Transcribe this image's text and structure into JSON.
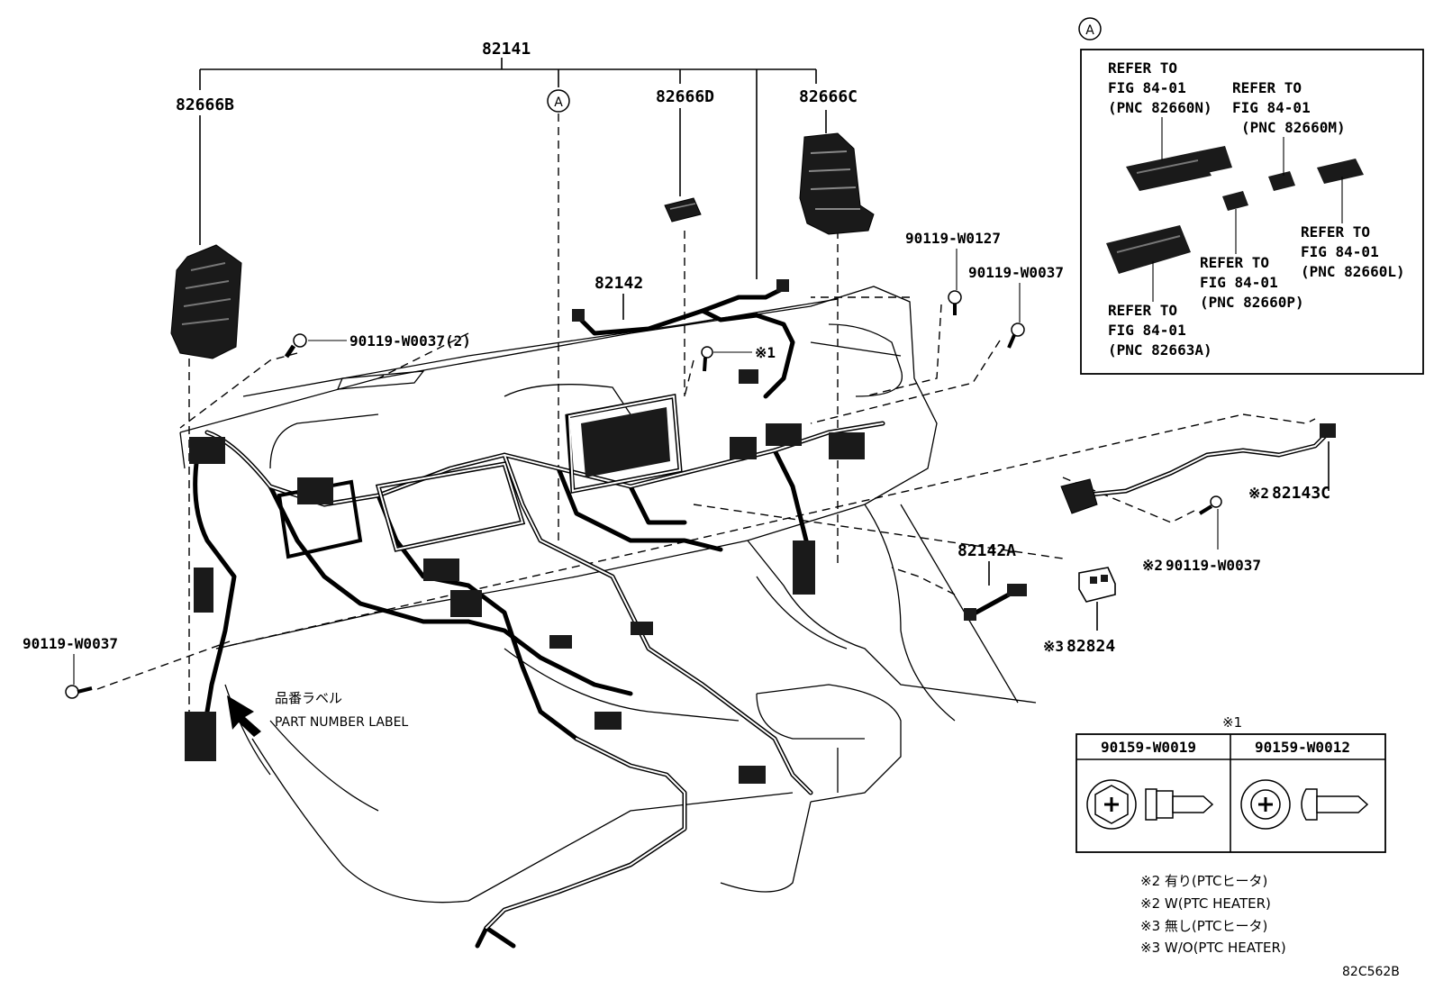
{
  "parts": {
    "p82141": "82141",
    "p82666b": "82666B",
    "p82666d": "82666D",
    "p82666c": "82666C",
    "p82142": "82142",
    "p82142a": "82142A",
    "p82143c": "82143C",
    "p82824": "82824",
    "bolt_top_right_1": "90119-W0127",
    "bolt_top_right_2": "90119-W0037",
    "bolt_top_left": "90119-W0037(2)",
    "bolt_left": "90119-W0037",
    "bolt_mid": "90119-W0037",
    "marker_a": "A",
    "ref1_marker": "※1",
    "mark2a": "※2",
    "mark2b": "※2",
    "mark3": "※3"
  },
  "label": {
    "jp": "品番ラベル",
    "en": "PART NUMBER LABEL"
  },
  "inset_a": {
    "marker": "A",
    "refs": [
      [
        "REFER TO",
        "FIG 84-01",
        "(PNC 82660N)"
      ],
      [
        "REFER TO",
        "FIG 84-01",
        "(PNC 82660M)"
      ],
      [
        "REFER TO",
        "FIG 84-01",
        "(PNC 82660L)"
      ],
      [
        "REFER TO",
        "FIG 84-01",
        "(PNC 82660P)"
      ],
      [
        "REFER TO",
        "FIG 84-01",
        "(PNC 82663A)"
      ]
    ]
  },
  "inset_1": {
    "marker": "※1",
    "col1": "90159-W0019",
    "col2": "90159-W0012"
  },
  "notes": [
    "※2 有り(PTCヒータ)",
    "※2 W(PTC HEATER)",
    "※3 無し(PTCヒータ)",
    "※3 W/O(PTC HEATER)"
  ],
  "figure_code": "82C562B"
}
